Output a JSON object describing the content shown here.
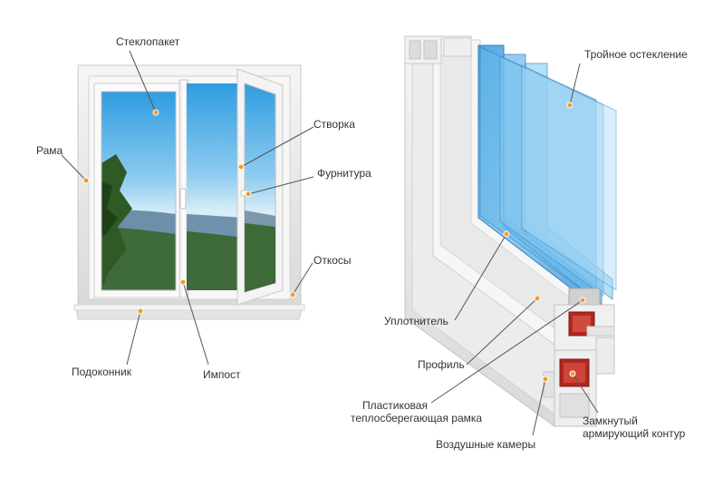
{
  "colors": {
    "marker": "#f59a2e",
    "leader": "#555555",
    "text": "#333333",
    "glass": "#5fb0e6",
    "frame": "#f2f2f2",
    "reinforcement": "#b0281e"
  },
  "left_diagram": {
    "labels": {
      "glass_unit": "Стеклопакет",
      "sash": "Створка",
      "frame": "Рама",
      "hardware": "Фурнитура",
      "reveals": "Откосы",
      "sill": "Подоконник",
      "mullion": "Импост"
    }
  },
  "right_diagram": {
    "labels": {
      "triple_glazing": "Тройное остекление",
      "seal": "Уплотнитель",
      "profile": "Профиль",
      "spacer_line1": "Пластиковая",
      "spacer_line2": "теплосберегающая рамка",
      "air_chambers": "Воздушные камеры",
      "reinforcement_line1": "Замкнутый",
      "reinforcement_line2": "армирующий контур"
    }
  }
}
